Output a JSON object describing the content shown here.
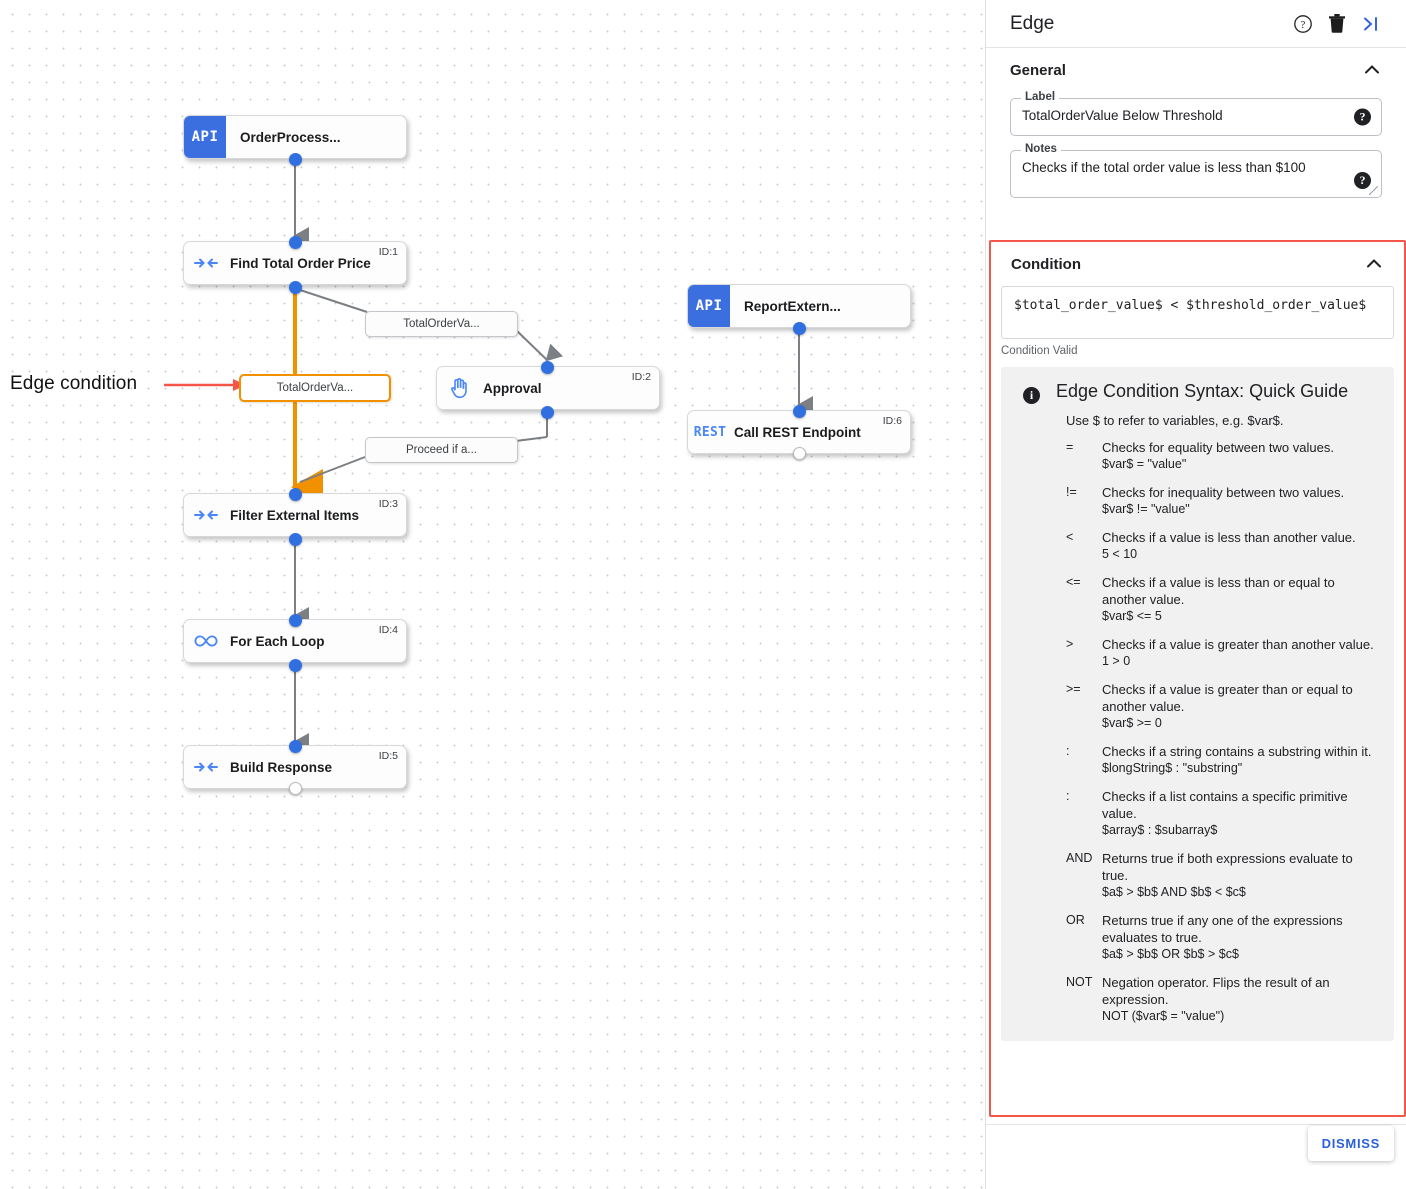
{
  "panel": {
    "title": "Edge",
    "icons": {
      "help": "help-circle-icon",
      "delete": "trash-icon",
      "collapse": "collapse-panel-icon"
    },
    "general": {
      "section_title": "General",
      "label_field": {
        "label": "Label",
        "value": "TotalOrderValue Below Threshold",
        "help": "?"
      },
      "notes_field": {
        "label": "Notes",
        "value": "Checks if the total order value is less than $100",
        "help": "?"
      }
    },
    "condition": {
      "section_title": "Condition",
      "expression": "$total_order_value$ < $threshold_order_value$",
      "status": "Condition Valid",
      "guide": {
        "info_glyph": "i",
        "title": "Edge Condition Syntax: Quick Guide",
        "intro": "Use $ to refer to variables, e.g. $var$.",
        "rows": [
          {
            "op": "=",
            "desc": "Checks for equality between two values.",
            "example": "$var$ = \"value\""
          },
          {
            "op": "!=",
            "desc": "Checks for inequality between two values.",
            "example": "$var$ != \"value\""
          },
          {
            "op": "<",
            "desc": "Checks if a value is less than another value.",
            "example": "5 < 10"
          },
          {
            "op": "<=",
            "desc": "Checks if a value is less than or equal to another value.",
            "example": "$var$ <= 5"
          },
          {
            "op": ">",
            "desc": "Checks if a value is greater than another value.",
            "example": "1 > 0"
          },
          {
            "op": ">=",
            "desc": "Checks if a value is greater than or equal to another value.",
            "example": "$var$ >= 0"
          },
          {
            "op": ":",
            "desc": "Checks if a string contains a substring within it.",
            "example": "$longString$ : \"substring\""
          },
          {
            "op": ":",
            "desc": "Checks if a list contains a specific primitive value.",
            "example": "$array$ : $subarray$"
          },
          {
            "op": "AND",
            "desc": "Returns true if both expressions evaluate to true.",
            "example": "$a$ > $b$ AND $b$ < $c$"
          },
          {
            "op": "OR",
            "desc": "Returns true if any one of the expressions evaluates to true.",
            "example": "$a$ > $b$ OR $b$ > $c$"
          },
          {
            "op": "NOT",
            "desc": "Negation operator. Flips the result of an expression.",
            "example": "NOT ($var$ = \"value\")"
          }
        ]
      }
    },
    "dismiss_label": "DISMISS"
  },
  "canvas": {
    "annotation": "Edge condition",
    "nodes": [
      {
        "title": "OrderProcess...",
        "badge": "API",
        "id": "",
        "icon": "api-badge"
      },
      {
        "title": "Find Total Order Price",
        "badge": "",
        "id": "ID:1",
        "icon": "merge-arrows-icon"
      },
      {
        "title": "Approval",
        "badge": "",
        "id": "ID:2",
        "icon": "hand-icon"
      },
      {
        "title": "Filter External Items",
        "badge": "",
        "id": "ID:3",
        "icon": "merge-arrows-icon"
      },
      {
        "title": "For Each Loop",
        "badge": "",
        "id": "ID:4",
        "icon": "infinity-icon"
      },
      {
        "title": "Build Response",
        "badge": "",
        "id": "ID:5",
        "icon": "merge-arrows-icon"
      },
      {
        "title": "ReportExtern...",
        "badge": "API",
        "id": "",
        "icon": "api-badge"
      },
      {
        "title": "Call REST Endpoint",
        "badge": "REST",
        "id": "ID:6",
        "icon": "rest-badge"
      }
    ],
    "edge_labels": [
      {
        "text": "TotalOrderVa...",
        "selected": false
      },
      {
        "text": "TotalOrderVa...",
        "selected": true
      },
      {
        "text": "Proceed if a...",
        "selected": false
      }
    ]
  },
  "colors": {
    "accent_blue": "#2f6fe0",
    "selected_orange": "#F29100",
    "highlight_red": "#F4564A",
    "node_badge_blue": "#3b6fe0"
  }
}
